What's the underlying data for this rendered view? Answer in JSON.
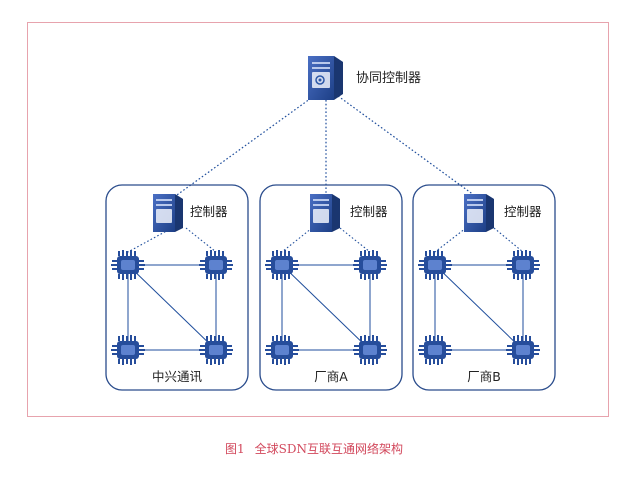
{
  "top_controller": {
    "label": "协同控制器",
    "icon": "server-icon"
  },
  "domains": [
    {
      "name": "中兴通讯",
      "controller_label": "控制器"
    },
    {
      "name": "厂商A",
      "controller_label": "控制器"
    },
    {
      "name": "厂商B",
      "controller_label": "控制器"
    }
  ],
  "caption": {
    "figure_no": "图1",
    "title": "全球SDN互联互通网络架构"
  },
  "colors": {
    "frame": "#e7a3ad",
    "domain_border": "#2a4c8c",
    "device": "#264d9b",
    "link": "#1f4e9c",
    "caption": "#d2485c"
  }
}
